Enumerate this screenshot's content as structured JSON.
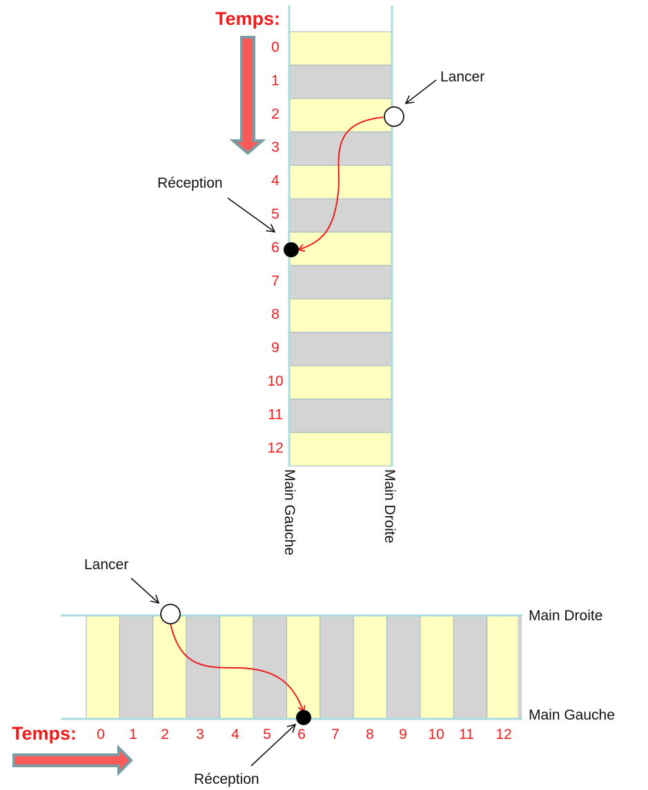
{
  "colors": {
    "slot_odd": "#ffffc0",
    "slot_even": "#d4d4d4",
    "accent": "#ee1c1c",
    "arrow_fill": "#ff5a5a",
    "arrow_outline": "#7a9aa4",
    "axis_line": "#a8dce0"
  },
  "top": {
    "time_label": "Temps:",
    "left_hand": "Main Gauche",
    "right_hand": "Main Droite",
    "throw_label": "Lancer",
    "catch_label": "Réception",
    "ticks": [
      "0",
      "1",
      "2",
      "3",
      "4",
      "5",
      "6",
      "7",
      "8",
      "9",
      "10",
      "11",
      "12"
    ]
  },
  "bottom": {
    "time_label": "Temps:",
    "right_hand": "Main Droite",
    "left_hand": "Main Gauche",
    "throw_label": "Lancer",
    "catch_label": "Réception",
    "ticks": [
      "0",
      "1",
      "2",
      "3",
      "4",
      "5",
      "6",
      "7",
      "8",
      "9",
      "10",
      "11",
      "12"
    ]
  },
  "throw": {
    "from_hand": "Main Droite",
    "from_time": 2,
    "to_hand": "Main Gauche",
    "to_time": 6
  }
}
